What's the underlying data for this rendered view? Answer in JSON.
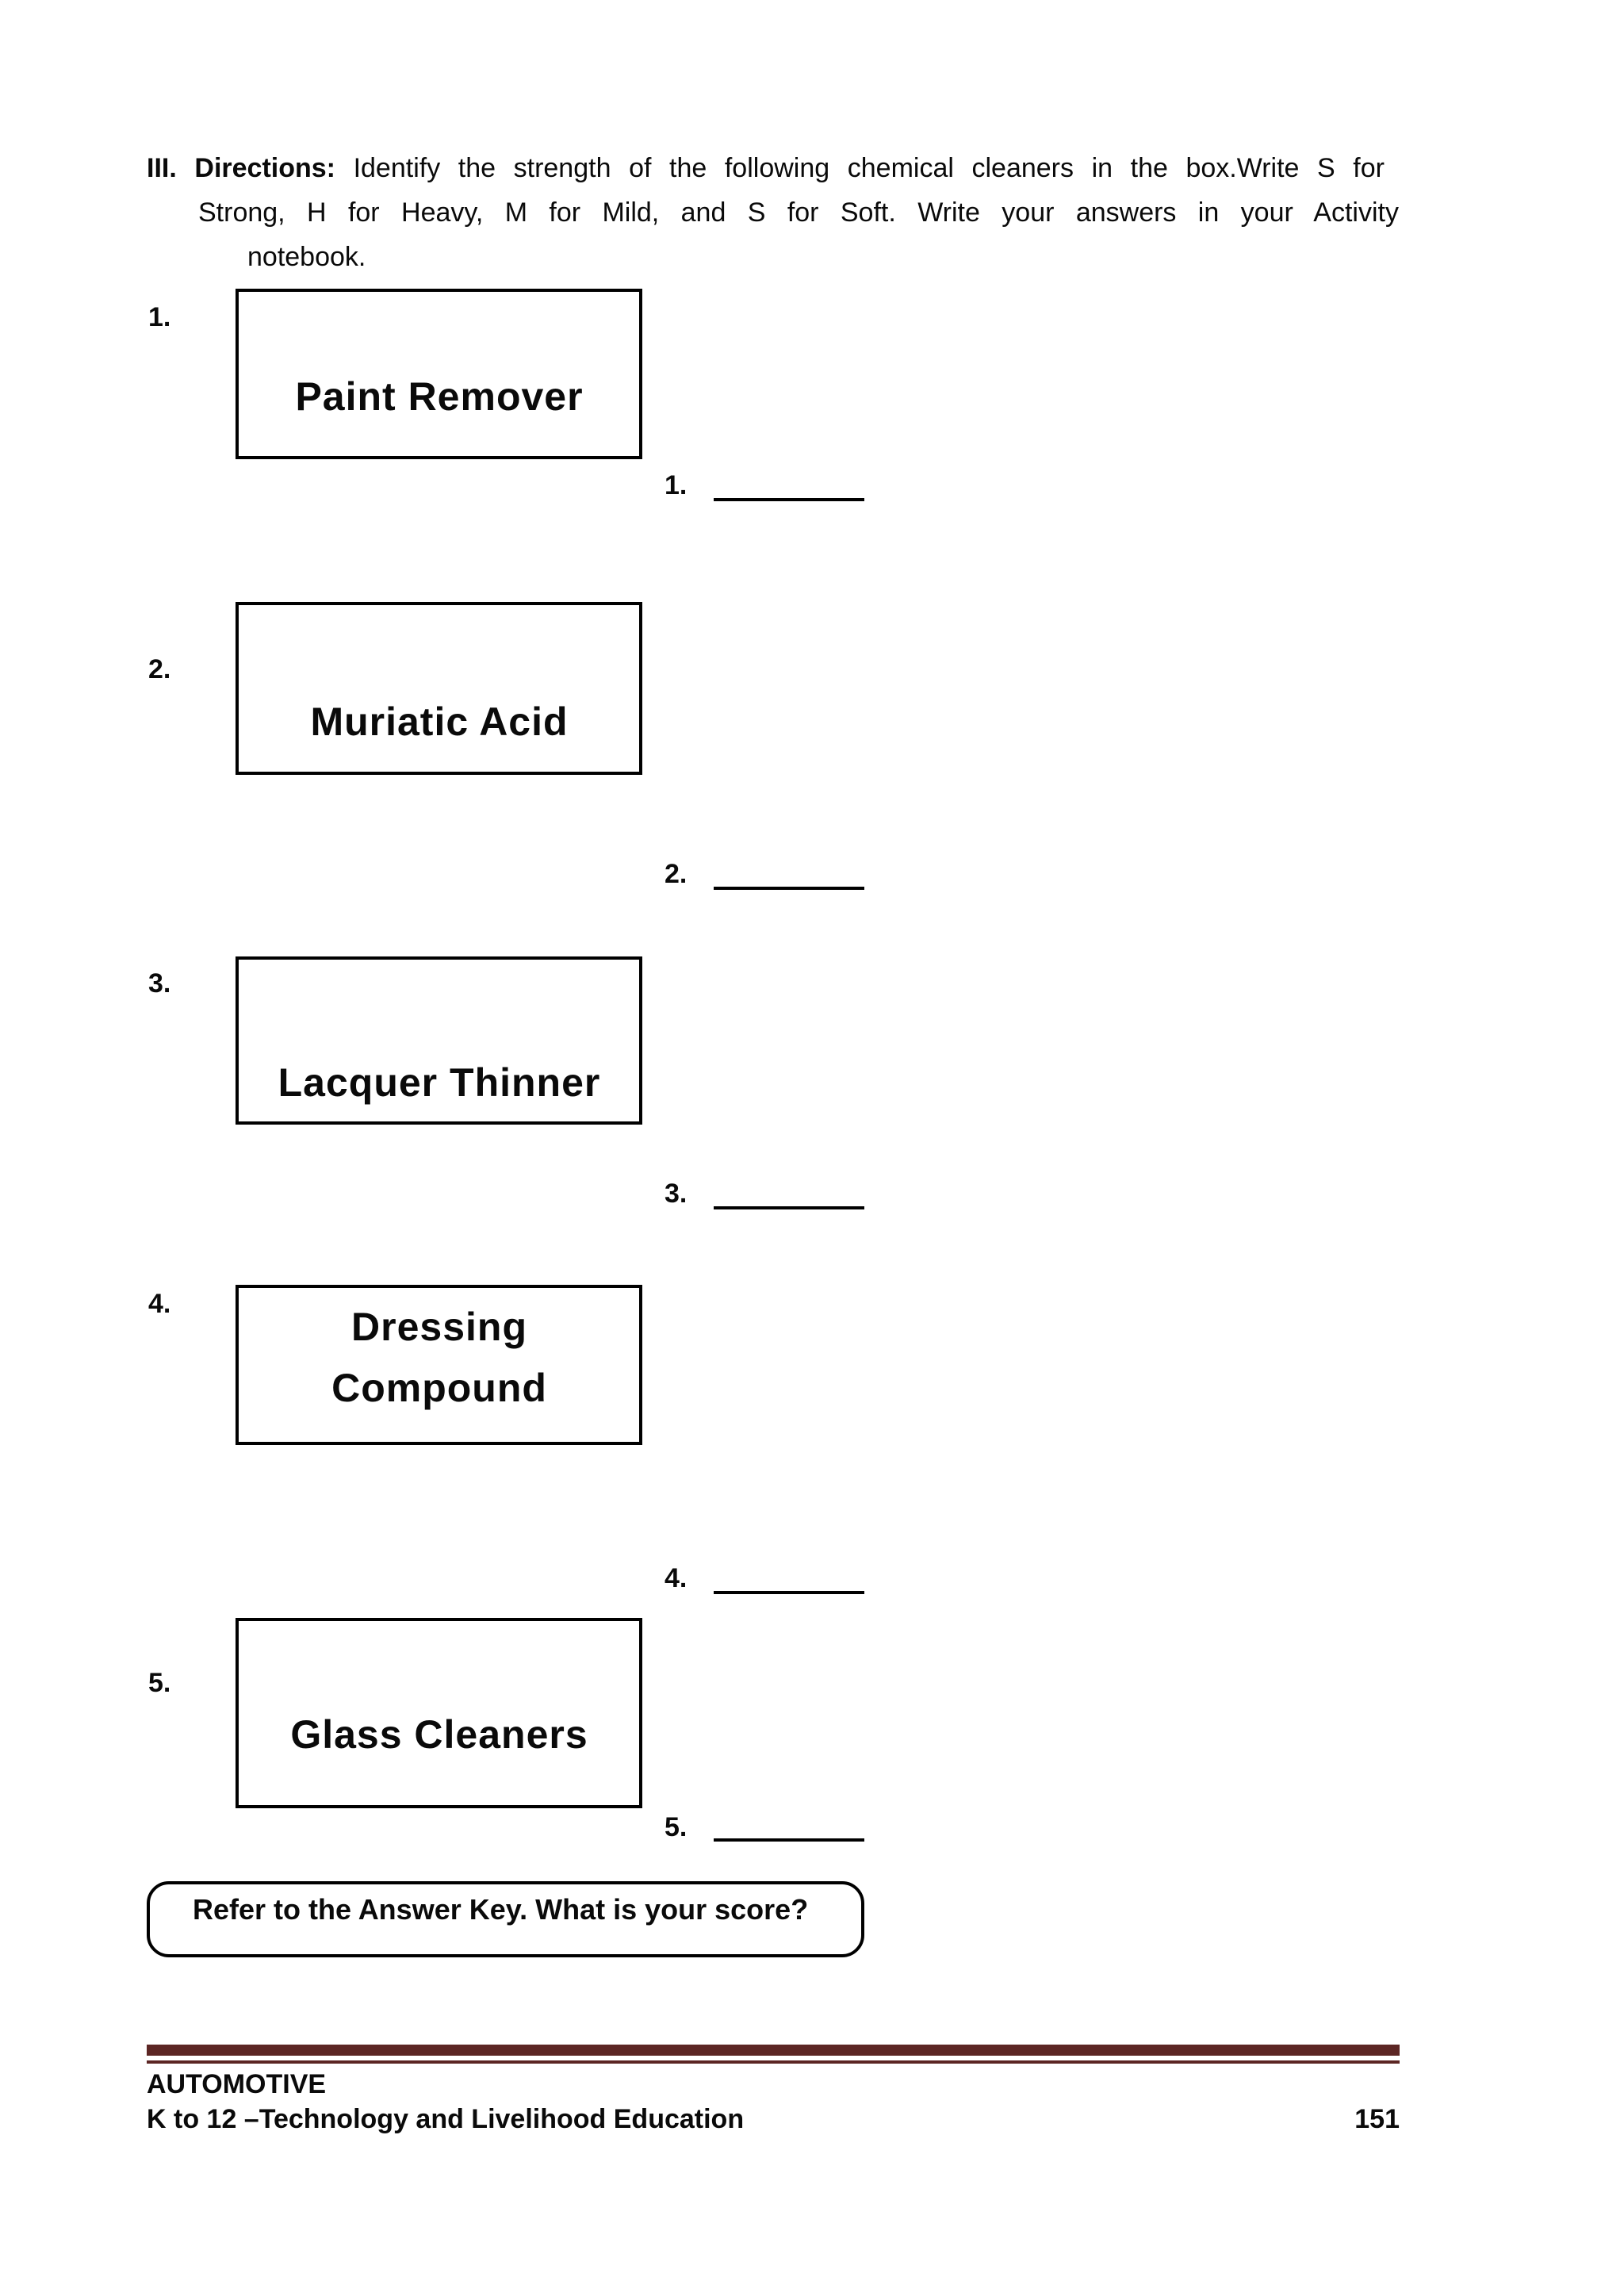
{
  "directions": {
    "label": "III.",
    "title": "Directions:",
    "line1_rest": "Identify the strength of the following chemical cleaners in the box.Write S for",
    "line2": "Strong, H for Heavy, M for Mild, and S for Soft. Write your answers in your Activity",
    "line3": "notebook."
  },
  "items": [
    {
      "number": "1.",
      "label": "Paint Remover"
    },
    {
      "number": "2.",
      "label": "Muriatic Acid"
    },
    {
      "number": "3.",
      "label": "Lacquer Thinner"
    },
    {
      "number": "4.",
      "label_line1": "Dressing",
      "label_line2": "Compound"
    },
    {
      "number": "5.",
      "label": "Glass Cleaners"
    }
  ],
  "score_prompt": "Refer to the Answer Key. What is your score?",
  "footer": {
    "program": "AUTOMOTIVE",
    "course_line": "K to 12 –Technology and Livelihood Education",
    "page_number": "151",
    "rule_color": "#5C2624"
  }
}
